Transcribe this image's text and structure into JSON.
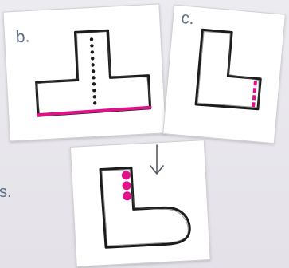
{
  "panels": [
    {
      "label": "b."
    },
    {
      "label": "c."
    }
  ],
  "edge_label": "s.",
  "colors": {
    "background": "#e6e4ea",
    "card": "#ffffff",
    "card_border": "#cfcfd4",
    "ink": "#1b1b1b",
    "highlight": "#e0128a",
    "label": "#5d6f86"
  },
  "icons": {
    "arrow": "down-arrow-icon"
  }
}
